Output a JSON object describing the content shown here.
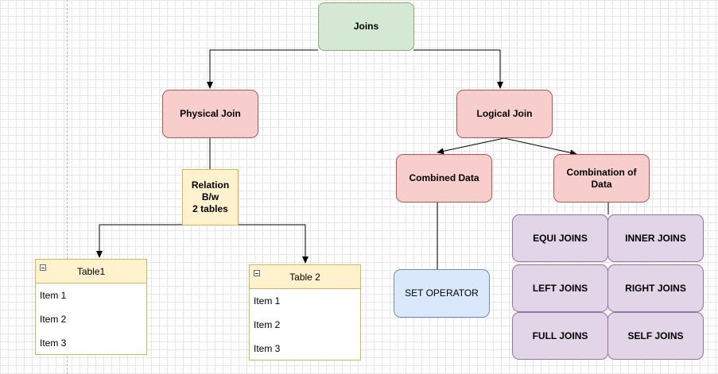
{
  "diagram": {
    "nodes": {
      "joins": "Joins",
      "physical_join": "Physical Join",
      "logical_join": "Logical Join",
      "relation": [
        "Relation",
        "B/w",
        "2 tables"
      ],
      "combined_data": "Combined Data",
      "combination_of_data": "Combination of Data",
      "set_operator": "SET OPERATOR",
      "equi_joins": "EQUI JOINS",
      "inner_joins": "INNER JOINS",
      "left_joins": "LEFT JOINS",
      "right_joins": "RIGHT JOINS",
      "full_joins": "FULL JOINS",
      "self_joins": "SELF JOINS"
    },
    "tables": [
      {
        "title": "Table1",
        "items": [
          "Item 1",
          "Item 2",
          "Item 3"
        ]
      },
      {
        "title": "Table 2",
        "items": [
          "Item 1",
          "Item 2",
          "Item 3"
        ]
      }
    ],
    "colors": {
      "green_fill": "#d5e8d4",
      "green_stroke": "#82b366",
      "red_fill": "#f8cecc",
      "red_stroke": "#b85450",
      "yellow_fill": "#fff2cc",
      "yellow_stroke": "#d6b656",
      "blue_fill": "#dae8fc",
      "blue_stroke": "#6c8ebf",
      "purple_fill": "#e1d5e7",
      "purple_stroke": "#9673a6"
    }
  }
}
